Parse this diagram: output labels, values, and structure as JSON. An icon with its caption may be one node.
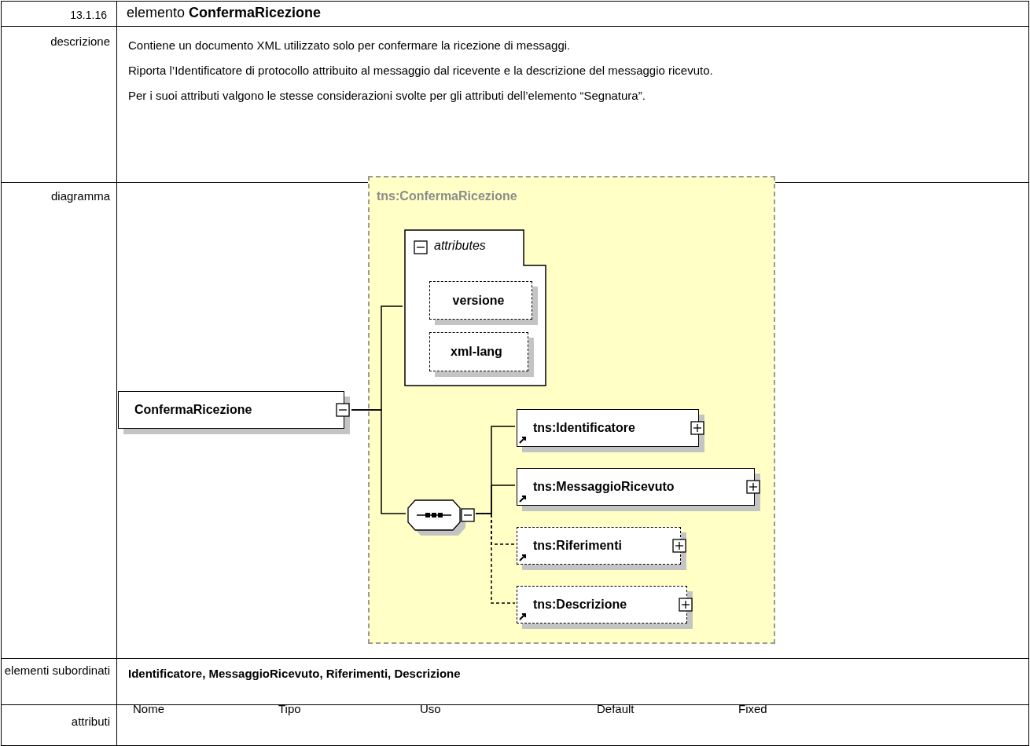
{
  "diagram": {
    "nodes": [
      {
        "text": [
          "tns:ConfermaRicezione"
        ]
      },
      {
        "text": [
          "ConfermaRicezione"
        ]
      },
      {
        "text": [
          "attributes"
        ],
        "in": 0
      },
      {
        "text": [
          "versione"
        ],
        "in": 2
      },
      {
        "text": [
          "xml-lang"
        ],
        "in": 2
      },
      {
        "text": [],
        "shape": "octagon",
        "in": 0
      },
      {
        "text": [
          "tns:Identificatore"
        ],
        "in": 0
      },
      {
        "text": [
          "tns:MessaggioRicevuto"
        ],
        "in": 0
      },
      {
        "text": [
          "tns:Riferimenti"
        ],
        "in": 0
      },
      {
        "text": [
          "tns:Descrizione"
        ],
        "in": 0
      }
    ],
    "edges": [
      {
        "from": 1,
        "to": 2,
        "arrow": "none"
      },
      {
        "from": 1,
        "to": 5,
        "arrow": "none"
      },
      {
        "from": 5,
        "to": 6,
        "arrow": "none"
      },
      {
        "from": 5,
        "to": 7,
        "arrow": "none"
      },
      {
        "from": 5,
        "to": 8,
        "arrow": "none",
        "style": "dashed"
      },
      {
        "from": 5,
        "to": 9,
        "arrow": "none",
        "style": "dashed"
      }
    ],
    "labels": [
      "13.1.16",
      "elemento **ConfermaRicezione**",
      "descrizione",
      "Contiene un documento XML utilizzato solo per confermare la ricezione di messaggi.",
      "Riporta l’Identificatore di protocollo attribuito al messaggio dal ricevente e la descrizione del messaggio ricevuto.",
      "Per i suoi attributi valgono le stesse considerazioni svolte per gli attributi dell’elemento “Segnatura”.",
      "diagramma",
      "elementi subordinati",
      "Identificatore, MessaggioRicevuto, Riferimenti, Descrizione",
      "attributi",
      "Nome",
      "Tipo",
      "Uso",
      "Default",
      "Fixed"
    ]
  }
}
